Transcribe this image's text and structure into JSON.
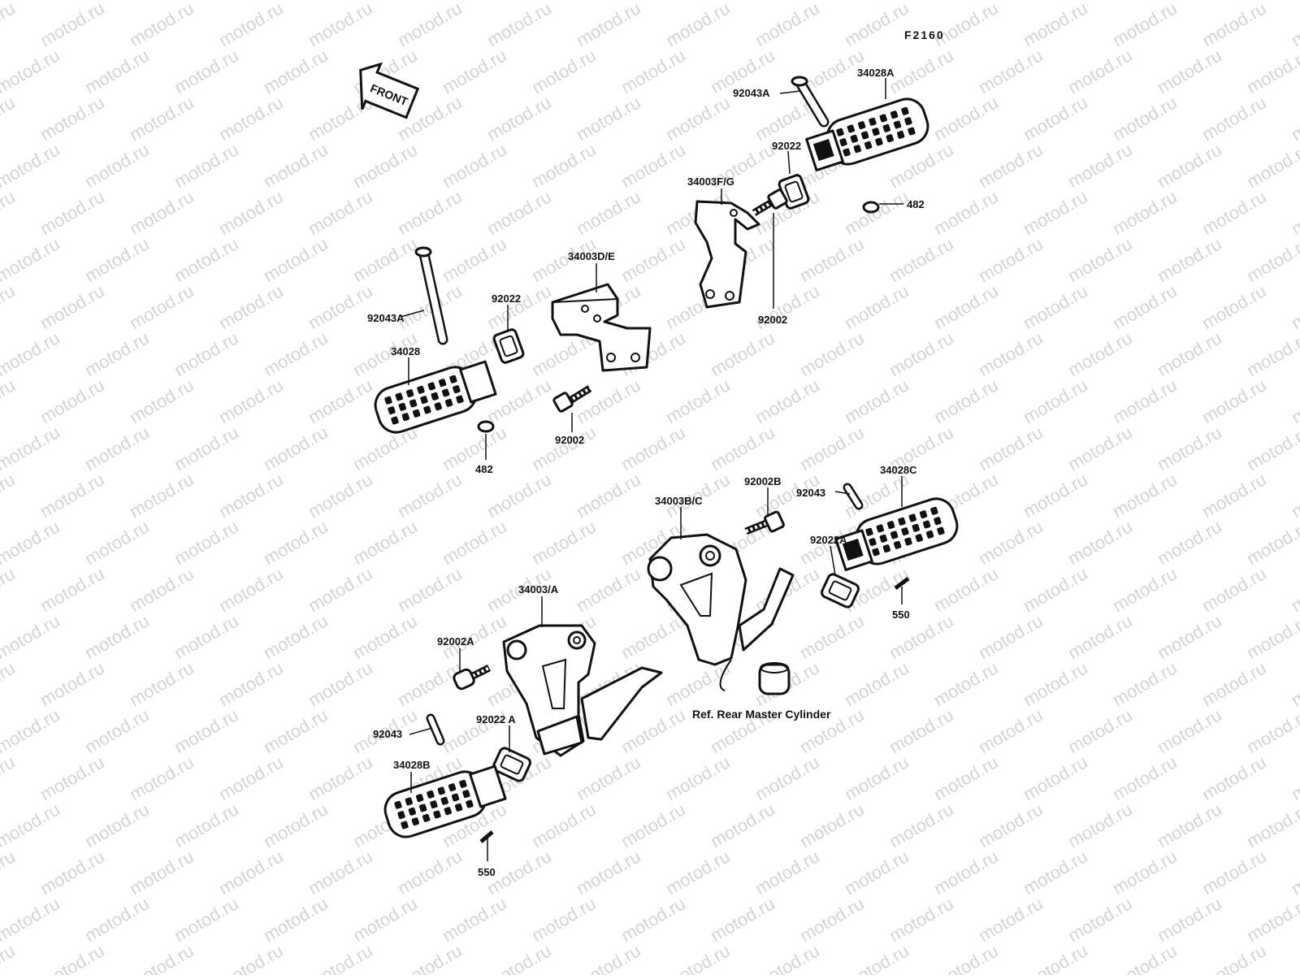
{
  "diagram": {
    "figure_code": "F2160",
    "front_arrow": "FRONT",
    "watermark": "motod.ru",
    "reference_note": "Ref. Rear Master Cylinder",
    "labels": {
      "l_92043A_top": "92043A",
      "l_34028A": "34028A",
      "l_92022_top": "92022",
      "l_34003FG": "34003F/G",
      "l_482_top": "482",
      "l_92002_top": "92002",
      "l_34003DE": "34003D/E",
      "l_92022_mid": "92022",
      "l_92043A_mid": "92043A",
      "l_34028": "34028",
      "l_92002_mid": "92002",
      "l_482_mid": "482",
      "l_92002B": "92002B",
      "l_34003BC": "34003B/C",
      "l_92043_right": "92043",
      "l_34028C": "34028C",
      "l_92022A_right": "92022A",
      "l_550_right": "550",
      "l_34003A": "34003/A",
      "l_92002A": "92002A",
      "l_92043_left": "92043",
      "l_92022A_left": "92022 A",
      "l_34028B": "34028B",
      "l_550_left": "550"
    }
  }
}
